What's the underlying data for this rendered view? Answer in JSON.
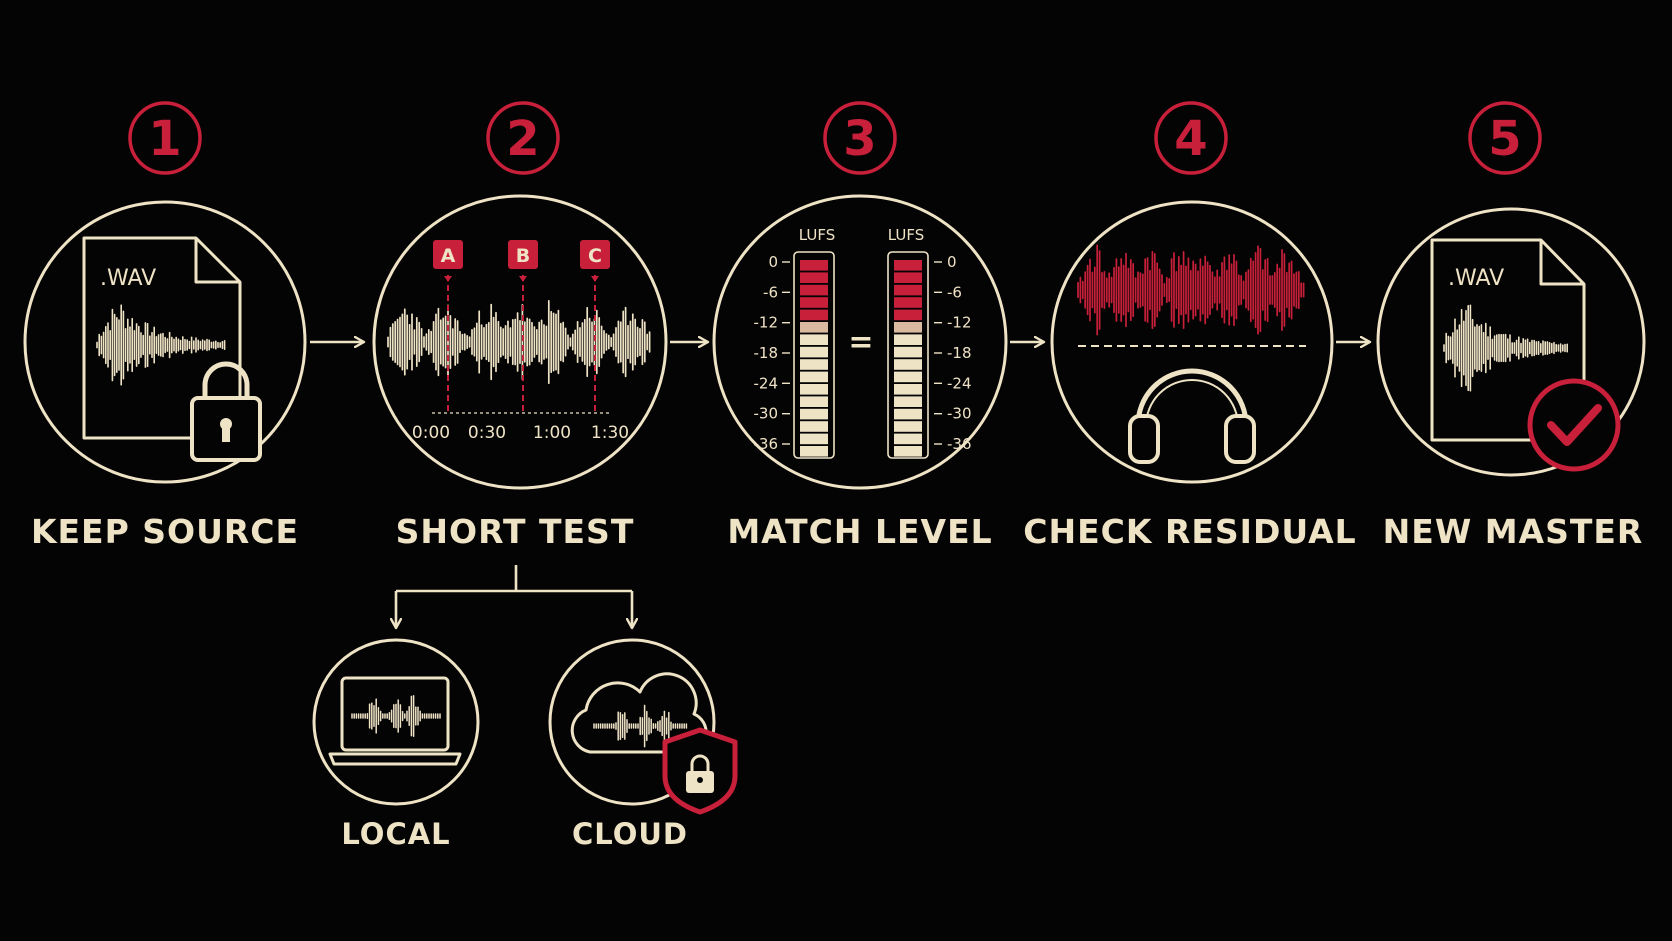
{
  "colors": {
    "background": "#050404",
    "cream": "#efe3c6",
    "red": "#c8203a"
  },
  "steps": [
    {
      "number": "1",
      "label": "KEEP SOURCE",
      "file_ext": ".WAV",
      "icon": "lock-icon"
    },
    {
      "number": "2",
      "label": "SHORT TEST",
      "markers": [
        "A",
        "B",
        "C"
      ],
      "times": [
        "0:00",
        "0:30",
        "1:00",
        "1:30"
      ]
    },
    {
      "number": "3",
      "label": "MATCH LEVEL",
      "meter_title": "LUFS",
      "equals": "=",
      "scale": [
        "0",
        "-6",
        "-12",
        "-18",
        "-24",
        "-30",
        "-36"
      ]
    },
    {
      "number": "4",
      "label": "CHECK RESIDUAL",
      "icon": "headphones-icon"
    },
    {
      "number": "5",
      "label": "NEW MASTER",
      "file_ext": ".WAV",
      "icon": "check-icon"
    }
  ],
  "branches": [
    {
      "label": "LOCAL",
      "icon": "laptop-icon"
    },
    {
      "label": "CLOUD",
      "icon": "cloud-icon"
    }
  ]
}
